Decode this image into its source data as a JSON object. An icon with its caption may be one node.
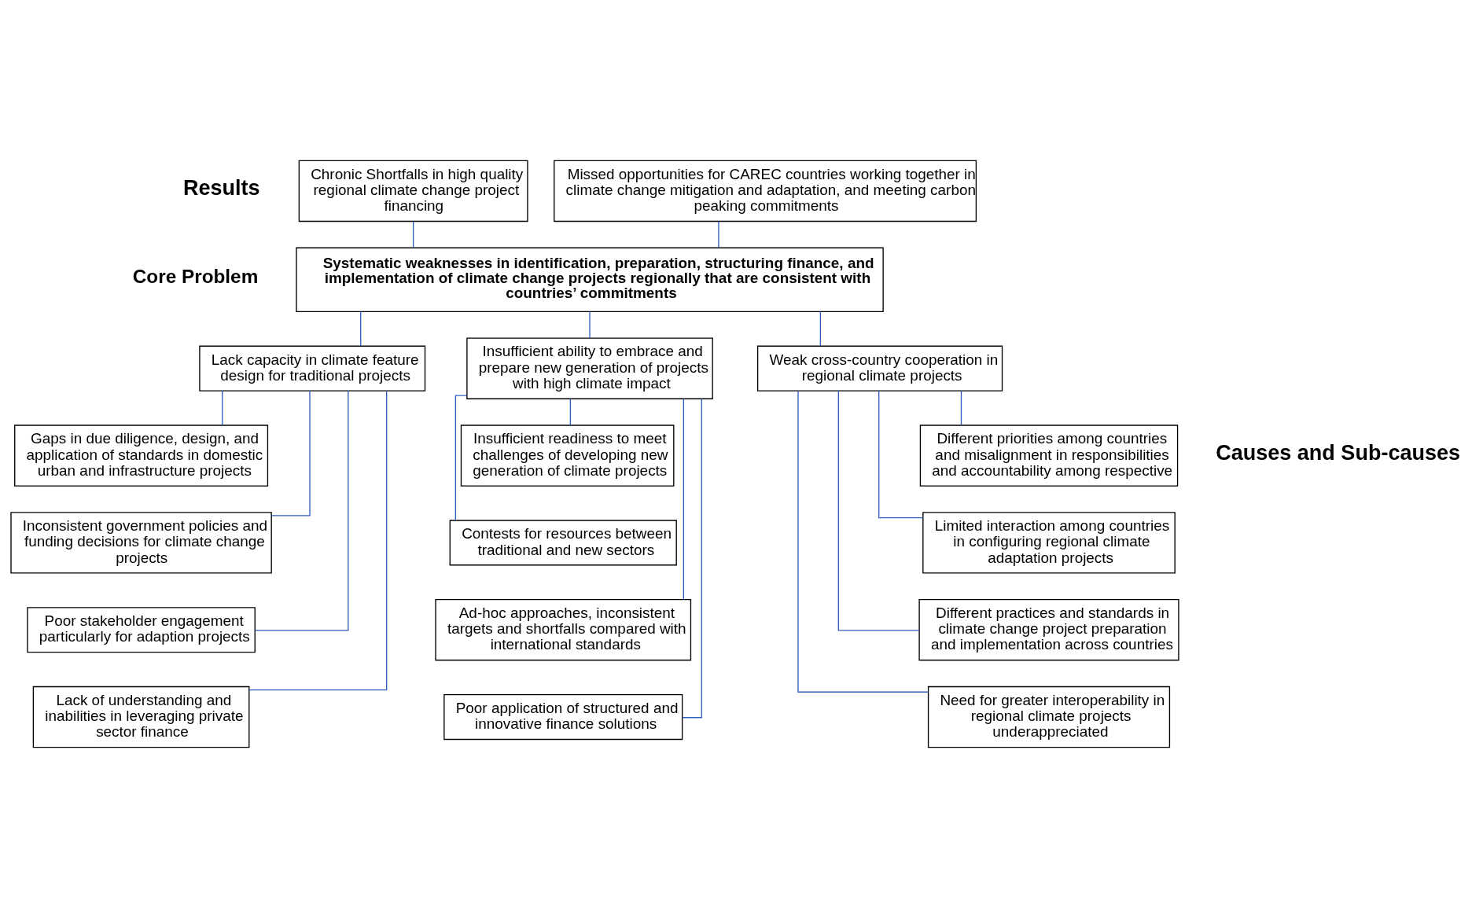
{
  "diagram": {
    "nodes": [
      {
        "text": [
          "Chronic Shortfalls in high quality regional climate change project financing"
        ]
      },
      {
        "text": [
          "Missed opportunities for CAREC countries working together in climate change mitigation and adaptation, and meeting carbon peaking commitments"
        ]
      },
      {
        "text": [
          "Systematic weaknesses in identification, preparation, structuring finance, and implementation of climate change projects regionally that are consistent with countries’ commitments"
        ],
        "beside": [
          "Core Problem"
        ]
      },
      {
        "text": [
          "Lack capacity in climate feature design for traditional projects"
        ]
      },
      {
        "text": [
          "Insufficient ability to embrace and prepare new generation of projects with high climate impact"
        ]
      },
      {
        "text": [
          "Weak cross-country cooperation in regional climate projects"
        ]
      },
      {
        "text": [
          "Gaps in due diligence, design, and application of standards in domestic urban and infrastructure projects"
        ]
      },
      {
        "text": [
          "Inconsistent government policies and funding decisions for climate change projects"
        ]
      },
      {
        "text": [
          "Poor stakeholder engagement particularly for adaption projects"
        ]
      },
      {
        "text": [
          "Lack of understanding and inabilities in leveraging private sector finance"
        ]
      },
      {
        "text": [
          "Insufficient readiness to meet challenges of developing new generation of climate projects"
        ]
      },
      {
        "text": [
          "Contests for resources between traditional and new sectors"
        ]
      },
      {
        "text": [
          "Ad-hoc approaches, inconsistent targets and shortfalls compared with international standards"
        ]
      },
      {
        "text": [
          "Poor application of structured and innovative finance solutions"
        ]
      },
      {
        "text": [
          "Different priorities among countries and misalignment in responsibilities and accountability among respective"
        ]
      },
      {
        "text": [
          "Limited interaction among countries in configuring regional climate adaptation projects"
        ]
      },
      {
        "text": [
          "Different practices and standards in climate change project preparation and implementation across countries"
        ]
      },
      {
        "text": [
          "Need for greater interoperability in regional climate projects underappreciated"
        ]
      }
    ],
    "edges": [
      {
        "from": 0,
        "to": 2,
        "arrow": "none"
      },
      {
        "from": 1,
        "to": 2,
        "arrow": "none"
      },
      {
        "from": 2,
        "to": 3,
        "arrow": "none"
      },
      {
        "from": 2,
        "to": 4,
        "arrow": "none"
      },
      {
        "from": 2,
        "to": 5,
        "arrow": "none"
      },
      {
        "from": 3,
        "to": 6,
        "arrow": "none"
      },
      {
        "from": 3,
        "to": 7,
        "arrow": "none"
      },
      {
        "from": 3,
        "to": 8,
        "arrow": "none"
      },
      {
        "from": 3,
        "to": 9,
        "arrow": "none"
      },
      {
        "from": 4,
        "to": 10,
        "arrow": "none"
      },
      {
        "from": 4,
        "to": 11,
        "arrow": "none"
      },
      {
        "from": 4,
        "to": 12,
        "arrow": "none"
      },
      {
        "from": 4,
        "to": 13,
        "arrow": "none"
      },
      {
        "from": 5,
        "to": 14,
        "arrow": "none"
      },
      {
        "from": 5,
        "to": 15,
        "arrow": "none"
      },
      {
        "from": 5,
        "to": 16,
        "arrow": "none"
      },
      {
        "from": 5,
        "to": 17,
        "arrow": "none"
      }
    ],
    "labels": [
      "Results",
      "Causes and Sub-causes"
    ]
  }
}
